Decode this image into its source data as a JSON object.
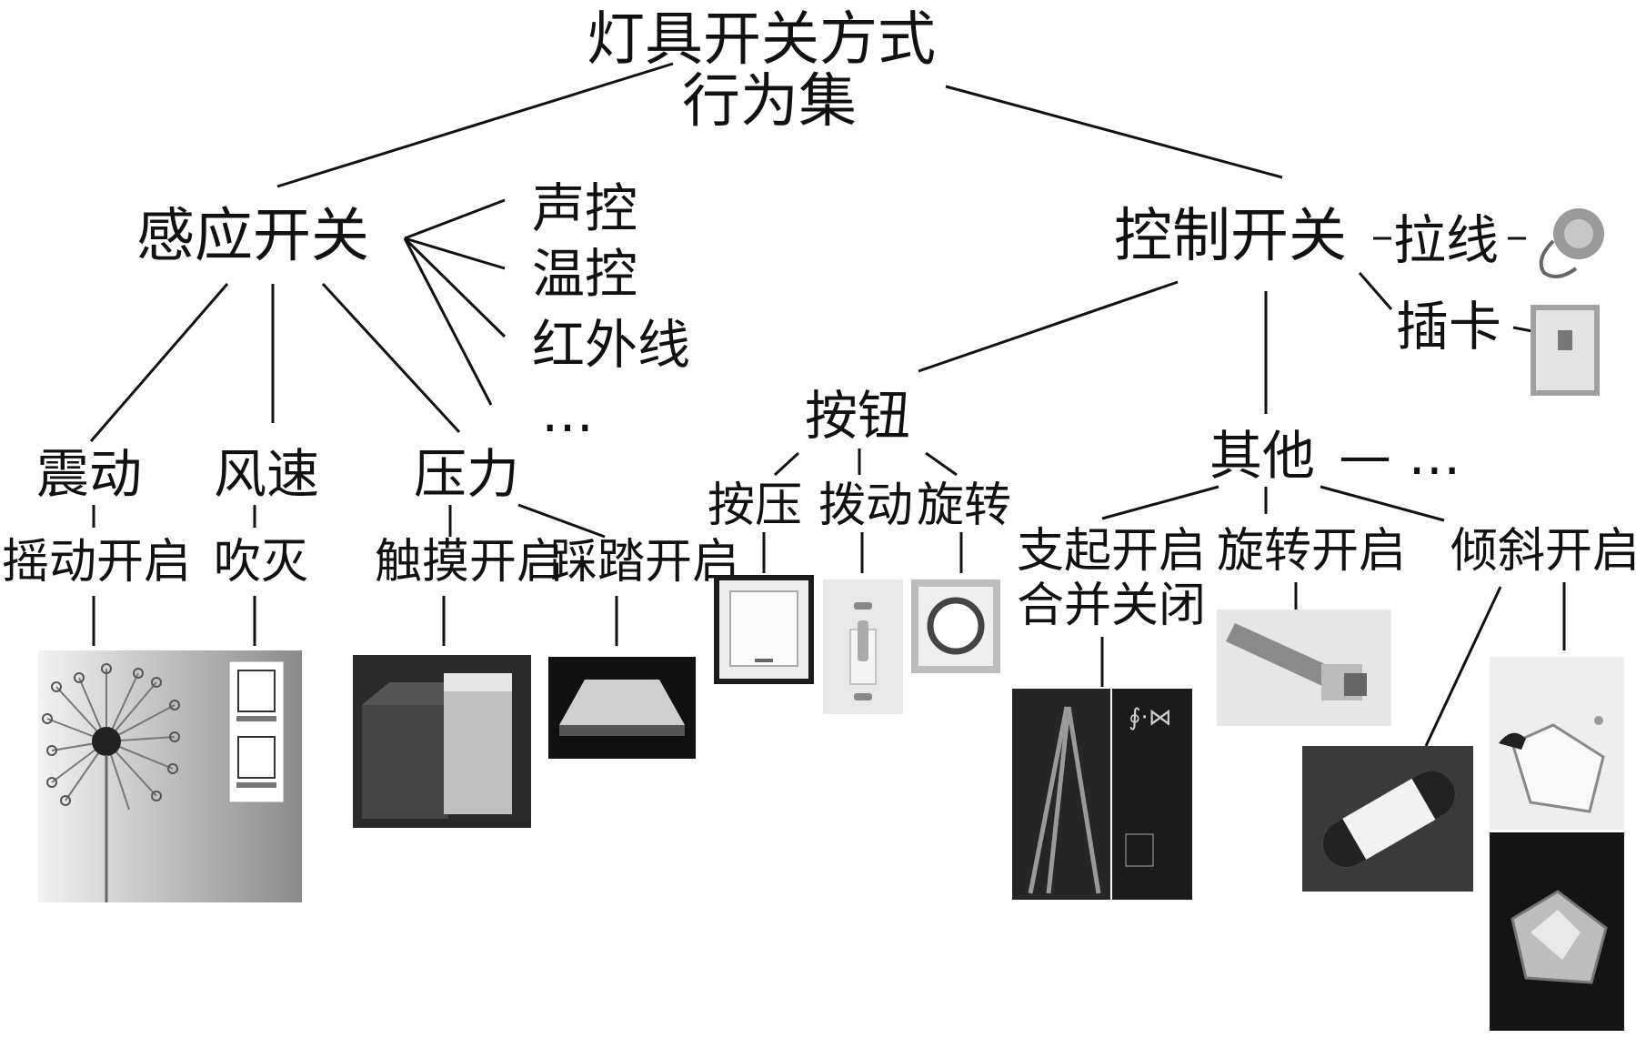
{
  "root": {
    "line1": "灯具开关方式",
    "line2": "行为集"
  },
  "sensor": {
    "title": "感应开关",
    "sub": [
      "声控",
      "温控",
      "红外线",
      "…"
    ],
    "zhendong": "震动",
    "fengsu": "风速",
    "yali": "压力",
    "yaodong": "摇动开启",
    "chuimie": "吹灭",
    "chumo": "触摸开启",
    "caita": "踩踏开启"
  },
  "control": {
    "title": "控制开关",
    "laxian": "拉线",
    "chaka": "插卡",
    "anniu": "按钮",
    "anya": "按压",
    "bodong": "拨动",
    "xuanzhuan": "旋转",
    "qita": "其他",
    "qita_more": "— …",
    "zhiqi1": "支起开启",
    "zhiqi2": "合并关闭",
    "xuanzhuan_open": "旋转开启",
    "qingxie_open": "倾斜开启"
  },
  "colors": {
    "line": "#111111",
    "text": "#111111",
    "photo_dark": "#333333",
    "photo_light": "#d9d9d9"
  }
}
